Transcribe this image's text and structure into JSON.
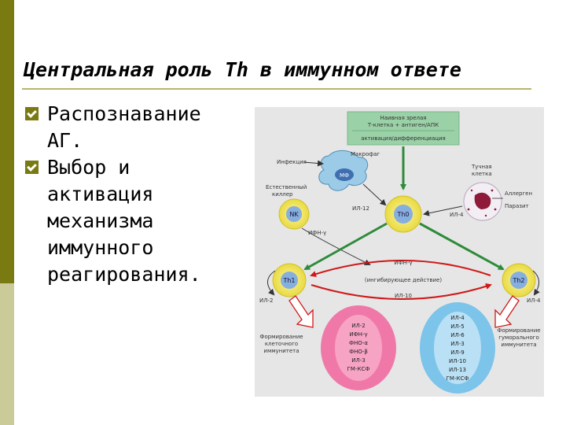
{
  "slide": {
    "title": "Центральная роль Th в иммунном ответе",
    "bullets": [
      {
        "line1": "Распознавание",
        "line2": "АГ."
      },
      {
        "line1": "Выбор и",
        "lines": [
          "активация",
          "механизма",
          "иммунного",
          "реагирования."
        ]
      }
    ]
  },
  "diagram": {
    "top_box_line1": "Наивная зрелая",
    "top_box_line2": "Т-клетка + антиген/АПК",
    "activation_label": "активация/дифференциация",
    "infection_label": "Инфекция",
    "macrophage_label": "Макрофаг",
    "mf_cell": "МФ",
    "nk_label_line1": "Естественный",
    "nk_label_line2": "киллер",
    "nk_cell": "NK",
    "il12_label": "ИЛ-12",
    "ifn_gamma_label": "ИФН-γ",
    "th0_cell": "Th0",
    "mast_label_line1": "Тучная",
    "mast_label_line2": "клетка",
    "il4_label": "ИЛ-4",
    "allergen_label": "Аллерген",
    "parasite_label": "Паразит",
    "th1_cell": "Th1",
    "th2_cell": "Th2",
    "ifn_center_label": "ИФН-γ",
    "inhibitory_label": "(ингибирующее действие)",
    "il10_label": "ИЛ-10",
    "il2_left_label": "ИЛ-2",
    "il4_right_label": "ИЛ-4",
    "cellular_label": [
      "Формирование",
      "клеточного",
      "иммунитета"
    ],
    "humoral_label": [
      "Формирование",
      "гуморального",
      "иммунитета"
    ],
    "th1_cytokines": [
      "ИЛ-2",
      "ИФН-γ",
      "ФНО-α",
      "ФНО-β",
      "ИЛ-3",
      "ГМ-КСФ"
    ],
    "th2_cytokines": [
      "ИЛ-4",
      "ИЛ-5",
      "ИЛ-6",
      "ИЛ-3",
      "ИЛ-9",
      "ИЛ-10",
      "ИЛ-13",
      "ГМ-КСФ"
    ]
  }
}
